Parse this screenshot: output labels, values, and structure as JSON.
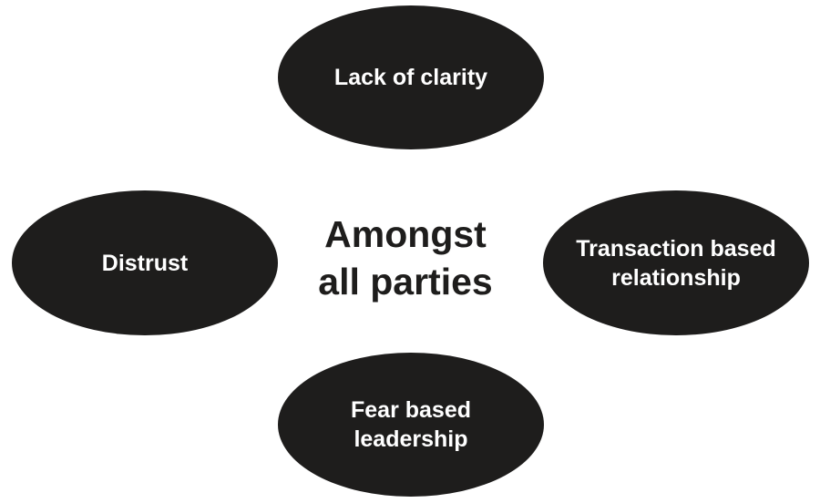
{
  "diagram": {
    "center": {
      "line1": "Amongst",
      "line2": "all parties"
    },
    "nodes": {
      "top": {
        "line1": "Lack of clarity"
      },
      "left": {
        "line1": "Distrust"
      },
      "right": {
        "line1": "Transaction based",
        "line2": "relationship"
      },
      "bottom": {
        "line1": "Fear based",
        "line2": "leadership"
      }
    }
  },
  "colors": {
    "ellipse_fill": "#1e1d1c",
    "ellipse_text": "#ffffff",
    "center_text": "#1e1d1c",
    "background": "#ffffff"
  }
}
